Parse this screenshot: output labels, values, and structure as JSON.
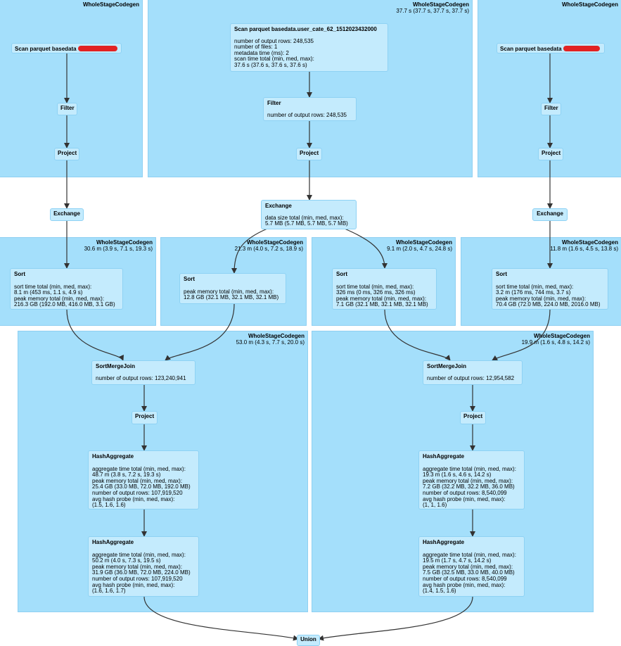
{
  "clusters": [
    {
      "title": "WholeStageCodegen",
      "stats": ""
    },
    {
      "title": "WholeStageCodegen",
      "stats": "37.7 s (37.7 s, 37.7 s, 37.7 s)"
    },
    {
      "title": "WholeStageCodegen",
      "stats": ""
    },
    {
      "title": "WholeStageCodegen",
      "stats": "30.6 m (3.9 s, 7.1 s, 19.3 s)"
    },
    {
      "title": "WholeStageCodegen",
      "stats": "21.3 m (4.0 s, 7.2 s, 18.9 s)"
    },
    {
      "title": "WholeStageCodegen",
      "stats": "9.1 m (2.0 s, 4.7 s, 24.8 s)"
    },
    {
      "title": "WholeStageCodegen",
      "stats": "11.8 m (1.6 s, 4.5 s, 13.8 s)"
    },
    {
      "title": "WholeStageCodegen",
      "stats": "53.0 m (4.3 s, 7.7 s, 20.0 s)"
    },
    {
      "title": "WholeStageCodegen",
      "stats": "19.9 m (1.6 s, 4.8 s, 14.2 s)"
    }
  ],
  "nodes": {
    "scan_left": {
      "title": "Scan parquet basedata"
    },
    "scan_mid": {
      "title": "Scan parquet basedata.user_cate_62_1512023432000",
      "metrics": "number of output rows: 248,535\nnumber of files: 1\nmetadata time (ms): 2\nscan time total (min, med, max):\n37.6 s (37.6 s, 37.6 s, 37.6 s)"
    },
    "scan_right": {
      "title": "Scan parquet basedata"
    },
    "filter_left": {
      "title": "Filter"
    },
    "filter_mid": {
      "title": "Filter",
      "metrics": "number of output rows: 248,535"
    },
    "filter_right": {
      "title": "Filter"
    },
    "project_left": {
      "title": "Project"
    },
    "project_mid": {
      "title": "Project"
    },
    "project_right": {
      "title": "Project"
    },
    "exchange_left": {
      "title": "Exchange"
    },
    "exchange_mid": {
      "title": "Exchange",
      "metrics": "data size total (min, med, max):\n5.7 MB (5.7 MB, 5.7 MB, 5.7 MB)"
    },
    "exchange_right": {
      "title": "Exchange"
    },
    "sort1": {
      "title": "Sort",
      "metrics": "sort time total (min, med, max):\n8.1 m (453 ms, 1.1 s, 4.9 s)\npeak memory total (min, med, max):\n216.3 GB (192.0 MB, 416.0 MB, 3.1 GB)"
    },
    "sort2": {
      "title": "Sort",
      "metrics": "peak memory total (min, med, max):\n12.8 GB (32.1 MB, 32.1 MB, 32.1 MB)"
    },
    "sort3": {
      "title": "Sort",
      "metrics": "sort time total (min, med, max):\n326 ms (0 ms, 326 ms, 326 ms)\npeak memory total (min, med, max):\n7.1 GB (32.1 MB, 32.1 MB, 32.1 MB)"
    },
    "sort4": {
      "title": "Sort",
      "metrics": "sort time total (min, med, max):\n3.2 m (176 ms, 744 ms, 3.7 s)\npeak memory total (min, med, max):\n70.4 GB (72.0 MB, 224.0 MB, 2016.0 MB)"
    },
    "smj_left": {
      "title": "SortMergeJoin",
      "metrics": "number of output rows: 123,240,941"
    },
    "smj_right": {
      "title": "SortMergeJoin",
      "metrics": "number of output rows: 12,954,582"
    },
    "project2_left": {
      "title": "Project"
    },
    "project2_right": {
      "title": "Project"
    },
    "hagg1_left": {
      "title": "HashAggregate",
      "metrics": "aggregate time total (min, med, max):\n48.7 m (3.8 s, 7.2 s, 19.3 s)\npeak memory total (min, med, max):\n25.4 GB (33.0 MB, 72.0 MB, 192.0 MB)\nnumber of output rows: 107,919,520\navg hash probe (min, med, max):\n(1.5, 1.6, 1.6)"
    },
    "hagg2_left": {
      "title": "HashAggregate",
      "metrics": "aggregate time total (min, med, max):\n50.2 m (4.0 s, 7.3 s, 19.5 s)\npeak memory total (min, med, max):\n31.9 GB (36.0 MB, 72.0 MB, 224.0 MB)\nnumber of output rows: 107,919,520\navg hash probe (min, med, max):\n(1.6, 1.6, 1.7)"
    },
    "hagg1_right": {
      "title": "HashAggregate",
      "metrics": "aggregate time total (min, med, max):\n19.3 m (1.6 s, 4.6 s, 14.2 s)\npeak memory total (min, med, max):\n7.2 GB (32.2 MB, 32.2 MB, 36.0 MB)\nnumber of output rows: 8,540,099\navg hash probe (min, med, max):\n(1, 1, 1.6)"
    },
    "hagg2_right": {
      "title": "HashAggregate",
      "metrics": "aggregate time total (min, med, max):\n19.5 m (1.7 s, 4.7 s, 14.2 s)\npeak memory total (min, med, max):\n7.5 GB (32.5 MB, 33.0 MB, 40.0 MB)\nnumber of output rows: 8,540,099\navg hash probe (min, med, max):\n(1.4, 1.5, 1.6)"
    },
    "union": {
      "title": "Union"
    }
  }
}
